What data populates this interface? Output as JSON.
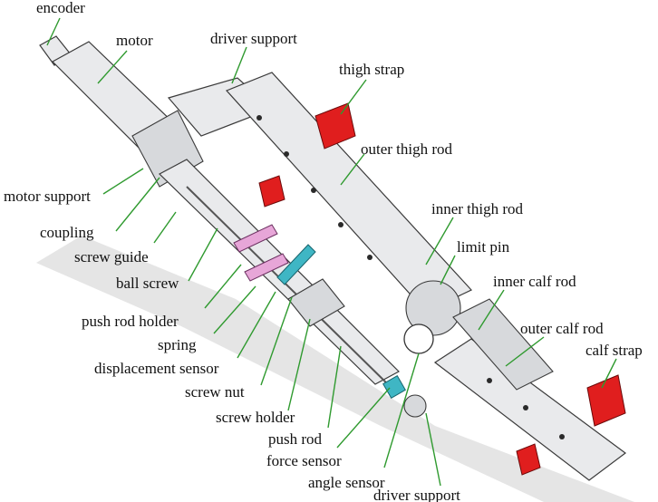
{
  "labels": {
    "encoder": "encoder",
    "motor": "motor",
    "driver_support_top": "driver support",
    "thigh_strap": "thigh strap",
    "outer_thigh_rod": "outer thigh rod",
    "motor_support": "motor support",
    "coupling": "coupling",
    "screw_guide": "screw guide",
    "inner_thigh_rod": "inner thigh rod",
    "limit_pin": "limit pin",
    "ball_screw": "ball screw",
    "inner_calf_rod": "inner calf rod",
    "push_rod_holder": "push rod holder",
    "outer_calf_rod": "outer calf rod",
    "spring": "spring",
    "calf_strap": "calf strap",
    "displacement_sensor": "displacement sensor",
    "screw_nut": "screw nut",
    "screw_holder": "screw holder",
    "push_rod": "push rod",
    "force_sensor": "force sensor",
    "angle_sensor": "angle sensor",
    "driver_support_bottom": "driver support"
  },
  "colors": {
    "leader": "#2f9a2f",
    "strap": "#e01e1e",
    "spring_plate": "#e7a6d8",
    "sensor": "#3fb6c4"
  }
}
